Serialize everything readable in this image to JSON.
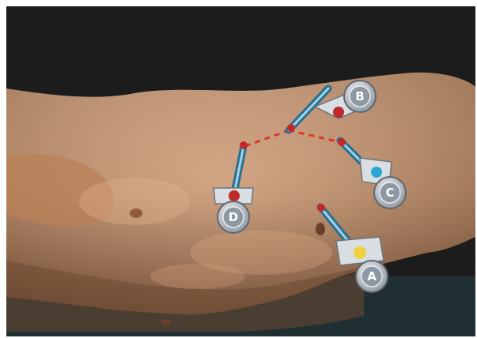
{
  "scene": {
    "description_tag": "laparoscopic-port-placement-illustration",
    "frame_color": "#ffffff",
    "background_color": "#1c1c1c",
    "floor_color": "#1f2f32",
    "skin_color": "#c58f66",
    "dashed_line_color": "#e0342a"
  },
  "ports": [
    {
      "id": "A",
      "label": "A",
      "accent": "#f0d23a"
    },
    {
      "id": "B",
      "label": "B",
      "accent": "#c0282a"
    },
    {
      "id": "C",
      "label": "C",
      "accent": "#2aa6d6"
    },
    {
      "id": "D",
      "label": "D",
      "accent": "#c0282a"
    }
  ]
}
